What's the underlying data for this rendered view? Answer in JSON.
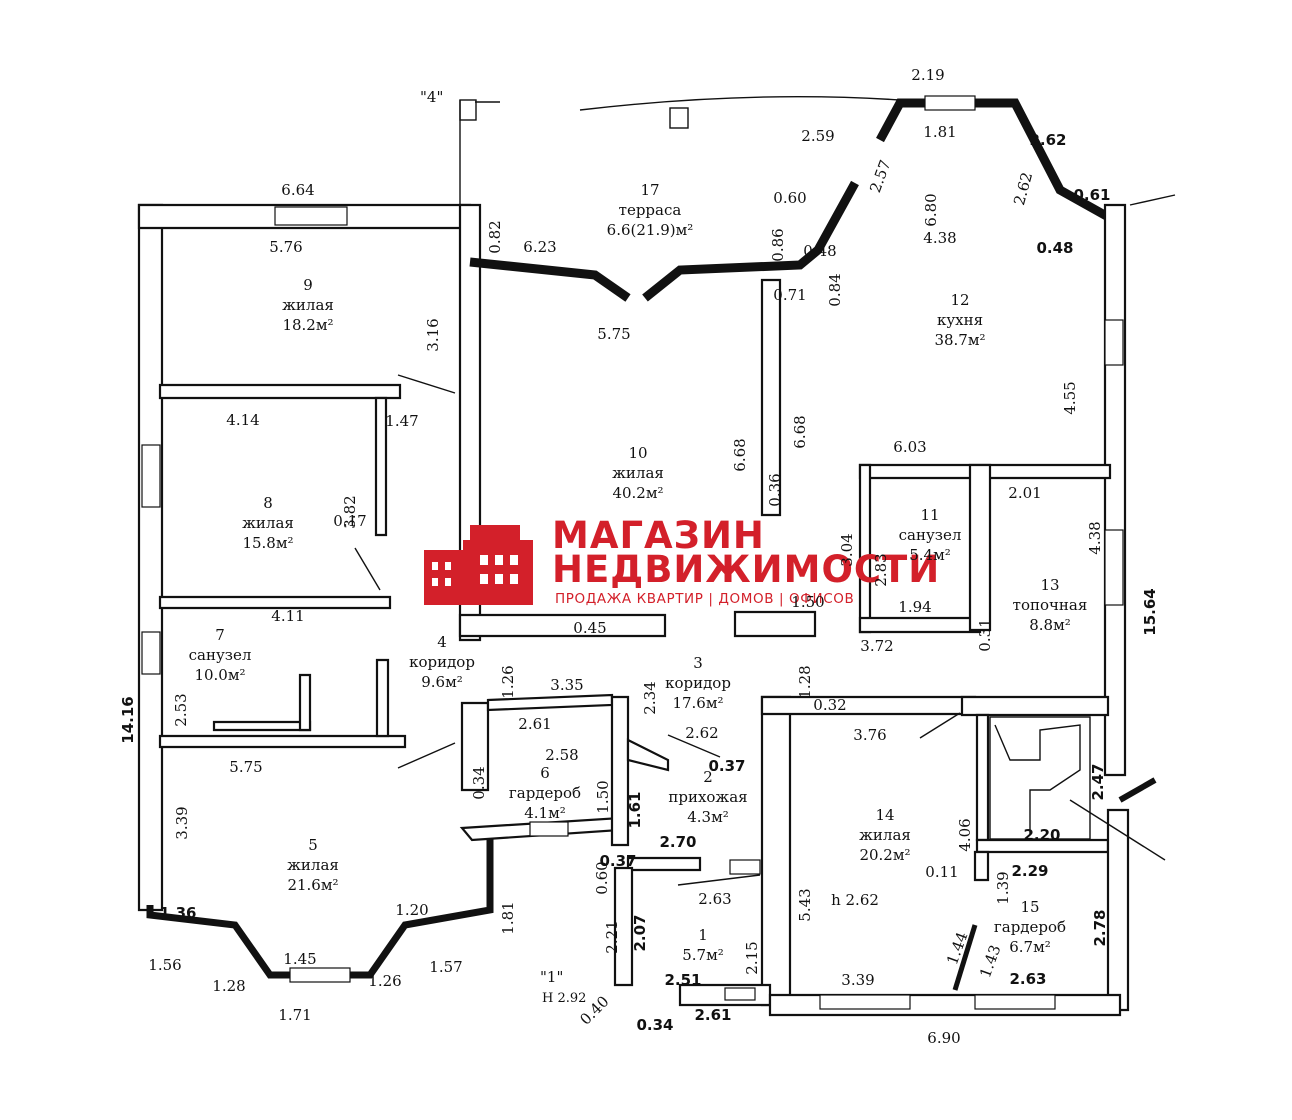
{
  "logo": {
    "line1": "МАГАЗИН",
    "line2": "НЕДВИЖИМОСТИ",
    "tagline": "ПРОДАЖА КВАРТИР | ДОМОВ | ОФИСОВ",
    "color": "#d3202a",
    "icon": "building-icon"
  },
  "markers": {
    "axis4": "\"4\"",
    "axis1": "\"1\"",
    "level": "H 2.92"
  },
  "rooms": [
    {
      "id": "1",
      "num": "1",
      "name": "",
      "area": "5.7м²"
    },
    {
      "id": "2",
      "num": "2",
      "name": "прихожая",
      "area": "4.3м²"
    },
    {
      "id": "3",
      "num": "3",
      "name": "коридор",
      "area": "17.6м²"
    },
    {
      "id": "4",
      "num": "4",
      "name": "коридор",
      "area": "9.6м²"
    },
    {
      "id": "5",
      "num": "5",
      "name": "жилая",
      "area": "21.6м²"
    },
    {
      "id": "6",
      "num": "6",
      "name": "гардероб",
      "area": "4.1м²"
    },
    {
      "id": "7",
      "num": "7",
      "name": "санузел",
      "area": "10.0м²"
    },
    {
      "id": "8",
      "num": "8",
      "name": "жилая",
      "area": "15.8м²"
    },
    {
      "id": "9",
      "num": "9",
      "name": "жилая",
      "area": "18.2м²"
    },
    {
      "id": "10",
      "num": "10",
      "name": "жилая",
      "area": "40.2м²"
    },
    {
      "id": "11",
      "num": "11",
      "name": "санузел",
      "area": "5.4м²"
    },
    {
      "id": "12",
      "num": "12",
      "name": "кухня",
      "area": "38.7м²"
    },
    {
      "id": "13",
      "num": "13",
      "name": "топочная",
      "area": "8.8м²"
    },
    {
      "id": "14",
      "num": "14",
      "name": "жилая",
      "area": "20.2м²",
      "height": "h  2.62"
    },
    {
      "id": "15",
      "num": "15",
      "name": "гардероб",
      "area": "6.7м²"
    },
    {
      "id": "17",
      "num": "17",
      "name": "терраса",
      "area": "6.6(21.9)м²"
    }
  ],
  "dimensions": [
    "2.19",
    "1.81",
    "2.59",
    "2.57",
    "6.80",
    "2.62",
    "2.62",
    "0.61",
    "0.48",
    "4.38",
    "0.60",
    "0.86",
    "0.48",
    "0.84",
    "0.71",
    "6.64",
    "0.82",
    "5.76",
    "6.23",
    "5.75",
    "3.16",
    "1.47",
    "4.14",
    "6.68",
    "6.68",
    "0.36",
    "4.55",
    "6.03",
    "2.01",
    "4.38",
    "15.64",
    "3.82",
    "0.17",
    "3.04",
    "2.83",
    "1.94",
    "1.50",
    "0.31",
    "4.11",
    "0.45",
    "3.72",
    "1.26",
    "2.53",
    "3.35",
    "2.34",
    "1.28",
    "0.32",
    "14.16",
    "2.61",
    "2.62",
    "3.76",
    "0.34",
    "2.58",
    "0.37",
    "2.47",
    "5.75",
    "1.50",
    "1.61",
    "4.06",
    "2.70",
    "2.20",
    "3.39",
    "0.60",
    "0.37",
    "0.11",
    "1.39",
    "2.29",
    "2.63",
    "5.43",
    "1.81",
    "1.36",
    "1.20",
    "2.78",
    "1.44",
    "1.43",
    "2.21",
    "2.07",
    "2.15",
    "1.56",
    "1.45",
    "1.57",
    "1.28",
    "1.26",
    "2.51",
    "3.39",
    "2.63",
    "1.71",
    "0.40",
    "0.34",
    "2.61",
    "6.90"
  ]
}
